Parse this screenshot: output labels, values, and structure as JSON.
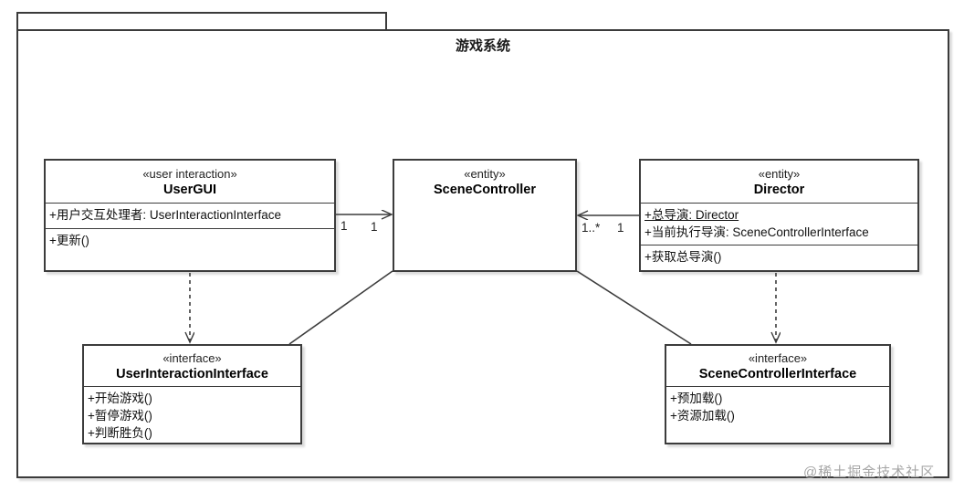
{
  "diagram": {
    "title": "游戏系统",
    "watermark": "@稀土掘金技术社区"
  },
  "classes": [
    {
      "id": "usergui",
      "stereotype": "«user interaction»",
      "name": "UserGUI",
      "attributes": [
        {
          "text": "+用户交互处理者: UserInteractionInterface"
        }
      ],
      "operations": [
        {
          "text": "+更新()"
        }
      ]
    },
    {
      "id": "scenecontroller",
      "stereotype": "«entity»",
      "name": "SceneController",
      "attributes": [],
      "operations": []
    },
    {
      "id": "director",
      "stereotype": "«entity»",
      "name": "Director",
      "attributes": [
        {
          "text": "+总导演: Director",
          "static": true
        },
        {
          "text": "+当前执行导演: SceneControllerInterface"
        }
      ],
      "operations": [
        {
          "text": "+获取总导演()"
        }
      ]
    },
    {
      "id": "userinteractioninterface",
      "stereotype": "«interface»",
      "name": "UserInteractionInterface",
      "attributes": [],
      "operations": [
        {
          "text": "+开始游戏()"
        },
        {
          "text": "+暂停游戏()"
        },
        {
          "text": "+判断胜负()"
        }
      ]
    },
    {
      "id": "scenecontrollerinterface",
      "stereotype": "«interface»",
      "name": "SceneControllerInterface",
      "attributes": [],
      "operations": [
        {
          "text": "+预加载()"
        },
        {
          "text": "+资源加载()"
        }
      ]
    }
  ],
  "relationships": [
    {
      "name": "usergui-to-scenecontroller",
      "type": "directed association",
      "source_multiplicity": "1",
      "target_multiplicity": "1"
    },
    {
      "name": "director-to-scenecontroller",
      "type": "directed association",
      "source_multiplicity": "1",
      "target_multiplicity": "1..*"
    },
    {
      "name": "usergui-to-userinteractioninterface",
      "type": "dependency"
    },
    {
      "name": "director-to-scenecontrollerinterface",
      "type": "dependency"
    },
    {
      "name": "scenecontroller-to-userinteractioninterface",
      "type": "association"
    },
    {
      "name": "scenecontroller-to-scenecontrollerinterface",
      "type": "association"
    }
  ]
}
